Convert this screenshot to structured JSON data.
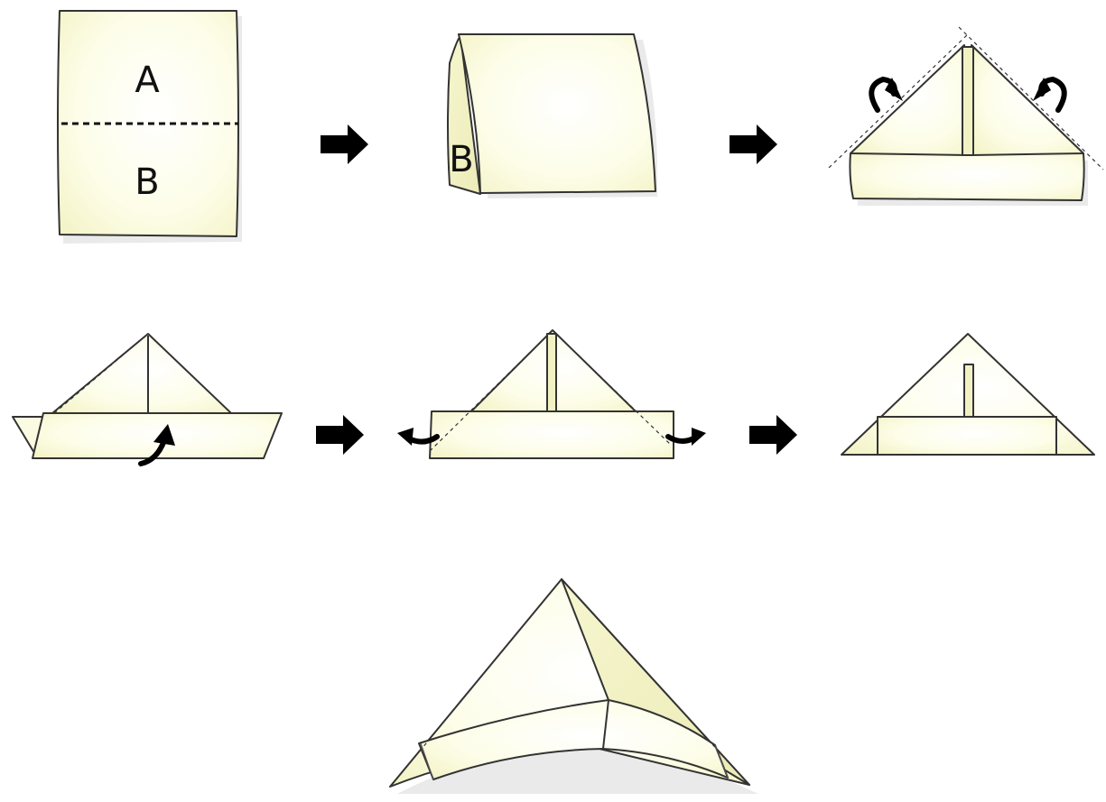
{
  "labels": {
    "top_half": "A",
    "bottom_half": "B",
    "folded_flap": "B"
  }
}
